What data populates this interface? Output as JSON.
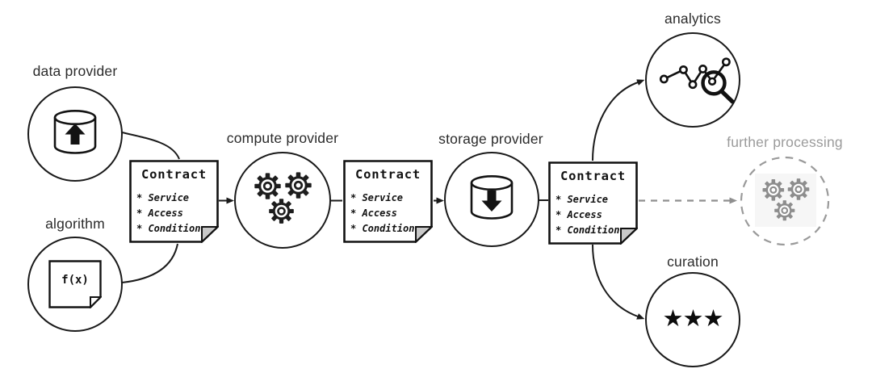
{
  "nodes": {
    "data_provider": {
      "label": "data provider",
      "icon": "database-upload-icon"
    },
    "algorithm": {
      "label": "algorithm",
      "icon": "function-note-icon",
      "note_text": "f(x)"
    },
    "compute_provider": {
      "label": "compute provider",
      "icon": "gears-icon"
    },
    "storage_provider": {
      "label": "storage provider",
      "icon": "database-download-icon"
    },
    "analytics": {
      "label": "analytics",
      "icon": "chart-magnifier-icon"
    },
    "further_processing": {
      "label": "further processing",
      "icon": "gears-icon",
      "muted": true
    },
    "curation": {
      "label": "curation",
      "icon": "three-stars-icon",
      "stars": "★★★"
    }
  },
  "contract": {
    "title": "Contract",
    "items": [
      "* Service",
      "* Access",
      "* Condition"
    ]
  },
  "edges": [
    {
      "from": "data_provider",
      "to": "contract_1",
      "style": "line"
    },
    {
      "from": "algorithm",
      "to": "contract_1",
      "style": "line"
    },
    {
      "from": "contract_1",
      "to": "compute_provider",
      "style": "arrow"
    },
    {
      "from": "compute_provider",
      "to": "contract_2",
      "style": "line"
    },
    {
      "from": "contract_2",
      "to": "storage_provider",
      "style": "arrow"
    },
    {
      "from": "storage_provider",
      "to": "contract_3",
      "style": "line"
    },
    {
      "from": "contract_3",
      "to": "analytics",
      "style": "curved-arrow"
    },
    {
      "from": "contract_3",
      "to": "further_processing",
      "style": "dashed-arrow"
    },
    {
      "from": "contract_3",
      "to": "curation",
      "style": "curved-arrow"
    }
  ],
  "colors": {
    "ink": "#1a1a1a",
    "muted": "#8f8f8f",
    "muted_label": "#9b9b9b",
    "fold_fill": "#c9c9c9",
    "gears_bg": "#f6f6f6",
    "background": "#ffffff"
  }
}
